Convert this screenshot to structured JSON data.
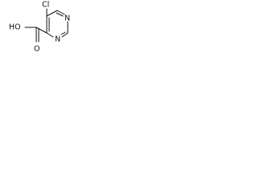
{
  "molecule": {
    "atoms": {
      "chlorine": "Cl",
      "hydroxyl": "HO",
      "carbonyl_oxygen": "O",
      "ring_nitrogen_top": "N",
      "ring_nitrogen_bottom": "N"
    },
    "colors": {
      "ink": "#111111",
      "background": "#ffffff"
    }
  }
}
